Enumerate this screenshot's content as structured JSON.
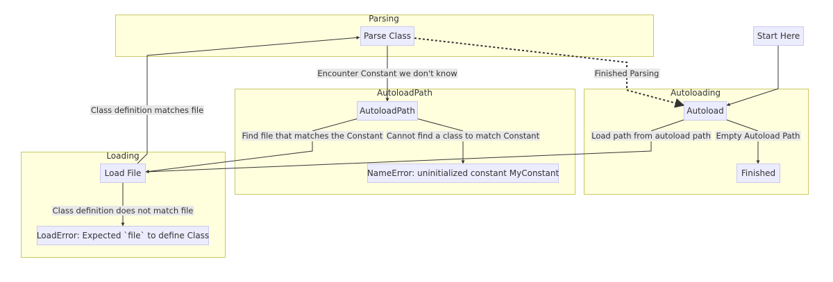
{
  "clusters": {
    "parsing": "Parsing",
    "autoload_path": "AutoloadPath",
    "autoloading": "Autoloading",
    "loading": "Loading"
  },
  "nodes": {
    "parse_class": "Parse Class",
    "start_here": "Start Here",
    "autoload_path": "AutoloadPath",
    "name_error": "NameError: uninitialized constant MyConstant",
    "autoload": "Autoload",
    "finished": "Finished",
    "load_file": "Load File",
    "load_error": "LoadError: Expected `file` to define Class"
  },
  "edges": {
    "encounter_constant": "Encounter Constant we don't know",
    "finished_parsing": "Finished Parsing",
    "class_def_matches": "Class definition matches file",
    "find_file": "Find file that matches the Constant",
    "cannot_find_class": "Cannot find a class to match Constant",
    "load_path_from_autoload": "Load path from autoload path",
    "empty_autoload_path": "Empty Autoload Path",
    "class_def_not_match": "Class definition does not match file"
  },
  "colors": {
    "cluster_fill": "#ffffde",
    "cluster_border": "#c8c864",
    "node_fill": "#ececff",
    "node_border": "#c9c9ef",
    "edge": "#333333",
    "label_bg": "#e8e8e8"
  }
}
